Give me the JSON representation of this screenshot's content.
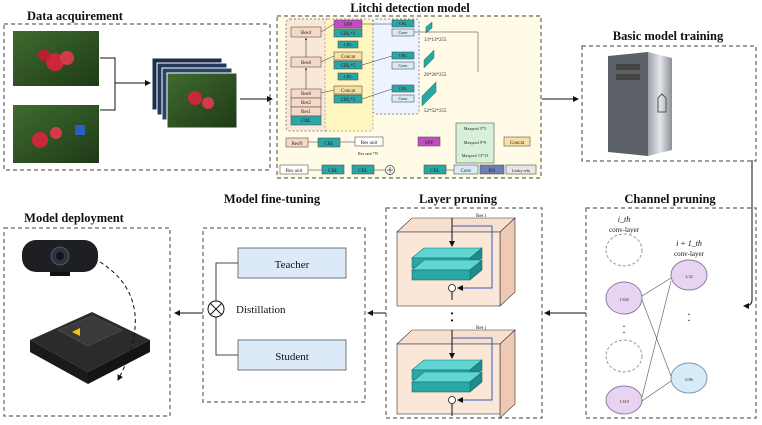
{
  "titles": {
    "data_acquirement": "Data acquirement",
    "detection_model": "Litchi detection model",
    "basic_training": "Basic model training",
    "channel_pruning": "Channel pruning",
    "layer_pruning": "Layer pruning",
    "fine_tuning": "Model fine-tuning",
    "deployment": "Model deployment"
  },
  "detection": {
    "res4": "Res4",
    "res8a": "Res8",
    "res8b": "Res8",
    "res2": "Res2",
    "res1": "Res1",
    "cbl": "CBL",
    "spp": "SPP",
    "cbl3a": "CBL*3",
    "cbl_a": "CBL",
    "concat_a": "Concat",
    "cbl5a": "CBL*5",
    "cbl_b": "CBL",
    "concat_b": "Concat",
    "cbl5b": "CBL*5",
    "h1_cbl": "CBL",
    "h1_conv": "Conv",
    "h2_cbl": "CBL",
    "h2_conv": "Conv",
    "h3_cbl": "CBL",
    "h3_conv": "Conv",
    "out1": "13*13*255",
    "out2": "26*26*255",
    "out3": "52*52*255",
    "legend_resn": "ResN",
    "legend_cbl": "CBL",
    "legend_resunit": "Res unit",
    "legend_resunit_n": "Res unit *N",
    "legend_spp": "SPP",
    "maxpool5": "Maxpool 5*5",
    "maxpool9": "Maxpool 9*9",
    "maxpool13": "Maxpool 13*13",
    "legend_concat": "Concat",
    "legend_resunit2": "Res unit",
    "legend_cbl2a": "CBL",
    "legend_cbl2b": "CBL",
    "legend_cbl3": "CBL",
    "legend_conv": "Conv",
    "legend_bn": "BN",
    "legend_leaky": "Leaky relu"
  },
  "channel": {
    "i_layer": "i_th",
    "i_layer_sub": "conv-layer",
    "i1_layer": "i + 1_th",
    "i1_layer_sub": "conv-layer",
    "n1": "1.926",
    "n2": "1.319",
    "n3": "2.32",
    "n4": "0.86",
    "dots": "·"
  },
  "layer_pruning": {
    "res_i": "Res i",
    "res_j": "Res j"
  },
  "fine_tuning": {
    "teacher": "Teacher",
    "distillation": "Distillation",
    "student": "Student"
  },
  "colors": {
    "dash": "#666666",
    "teal": "#2aa7a4",
    "pink_node": "#e8d4f0",
    "blue_node": "#d6eaf8",
    "peach": "#fbe7d8"
  }
}
